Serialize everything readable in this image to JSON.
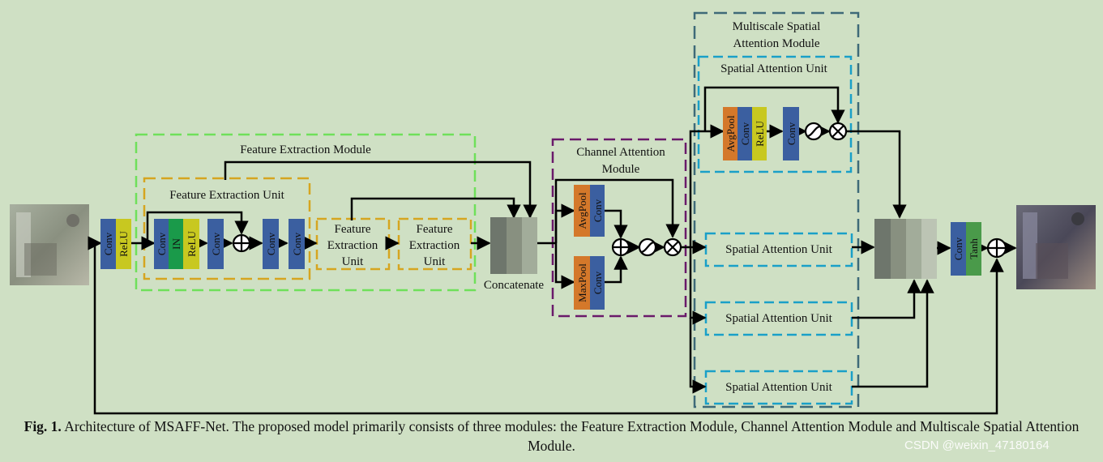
{
  "labels": {
    "feature_extraction_module": "Feature Extraction Module",
    "feature_extraction_unit": "Feature Extraction Unit",
    "feu_small_1": [
      "Feature",
      "Extraction",
      "Unit"
    ],
    "feu_small_2": [
      "Feature",
      "Extraction",
      "Unit"
    ],
    "concatenate": "Concatenate",
    "channel_attention_module": [
      "Channel Attention",
      "Module"
    ],
    "multiscale_spatial_attention_module": [
      "Multiscale Spatial",
      "Attention Module"
    ],
    "spatial_attention_unit_top": "Spatial Attention Unit",
    "spatial_attention_unit": "Spatial Attention Unit"
  },
  "blocks": {
    "conv": "Conv",
    "relu": "ReLU",
    "in": "IN",
    "avgpool": "AvgPool",
    "maxpool": "MaxPool",
    "tanh": "Tanh"
  },
  "caption": {
    "bold": "Fig. 1.",
    "text": " Architecture of MSAFF-Net. The proposed model primarily consists of three modules: the Feature Extraction Module, Channel Attention Module and Multiscale Spatial Attention Module."
  },
  "watermark": "CSDN @weixin_47180164",
  "colors": {
    "background": "#cfe0c4",
    "conv": "#3b5fa0",
    "relu": "#c8c820",
    "in": "#1a9a4a",
    "pool": "#d4782a",
    "tanh": "#4a9a4a",
    "fem_border": "#6fe05a",
    "feu_border": "#d6a520",
    "cam_border": "#6a1a6a",
    "msam_border": "#3e6a78",
    "sau_border": "#1aa0c8"
  }
}
